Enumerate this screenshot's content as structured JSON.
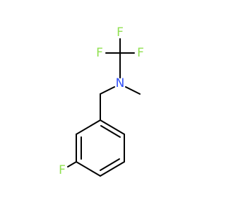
{
  "molecule": {
    "colors": {
      "bond": "#000000",
      "fluorine": "#90e050",
      "nitrogen": "#3050f8",
      "background": "#ffffff"
    },
    "labels": {
      "f_top": "F",
      "f_left": "F",
      "f_right": "F",
      "nitrogen": "N",
      "f_ring": "F"
    }
  }
}
